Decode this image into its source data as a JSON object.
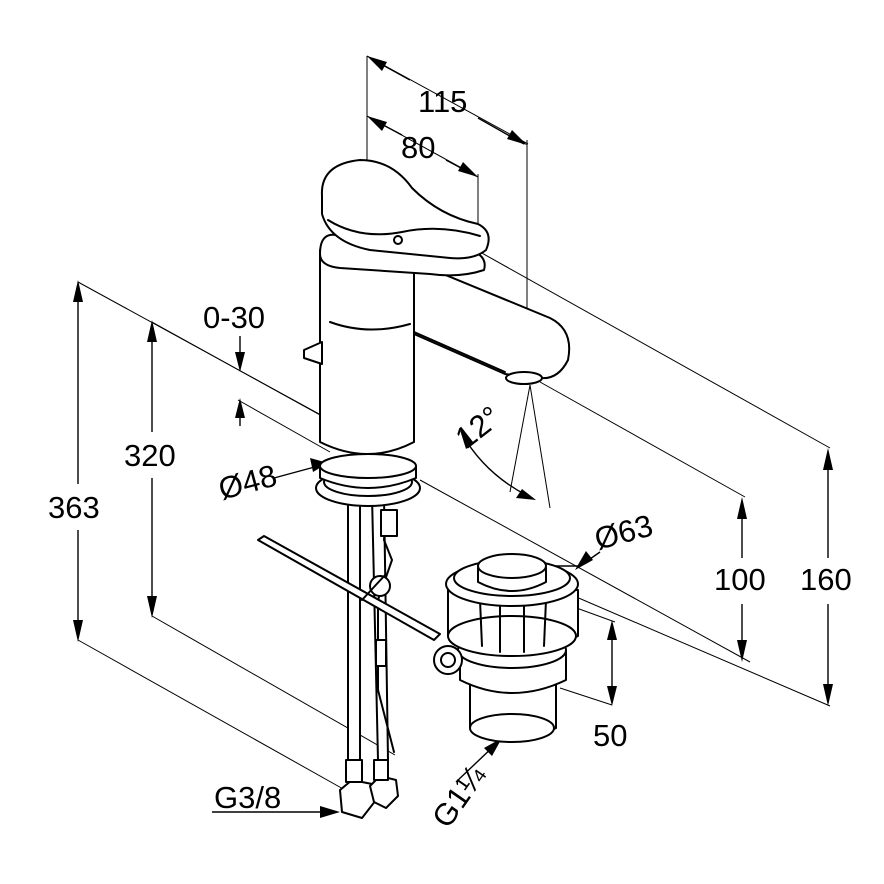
{
  "dimensions": {
    "d115": "115",
    "d80": "80",
    "d0_30": "0-30",
    "d320": "320",
    "d363": "363",
    "d48": "Ø48",
    "d12": "12°",
    "d63": "Ø63",
    "d100": "100",
    "d160": "160",
    "d50": "50",
    "dG38": "G3/8",
    "dG114": "G1¼"
  }
}
